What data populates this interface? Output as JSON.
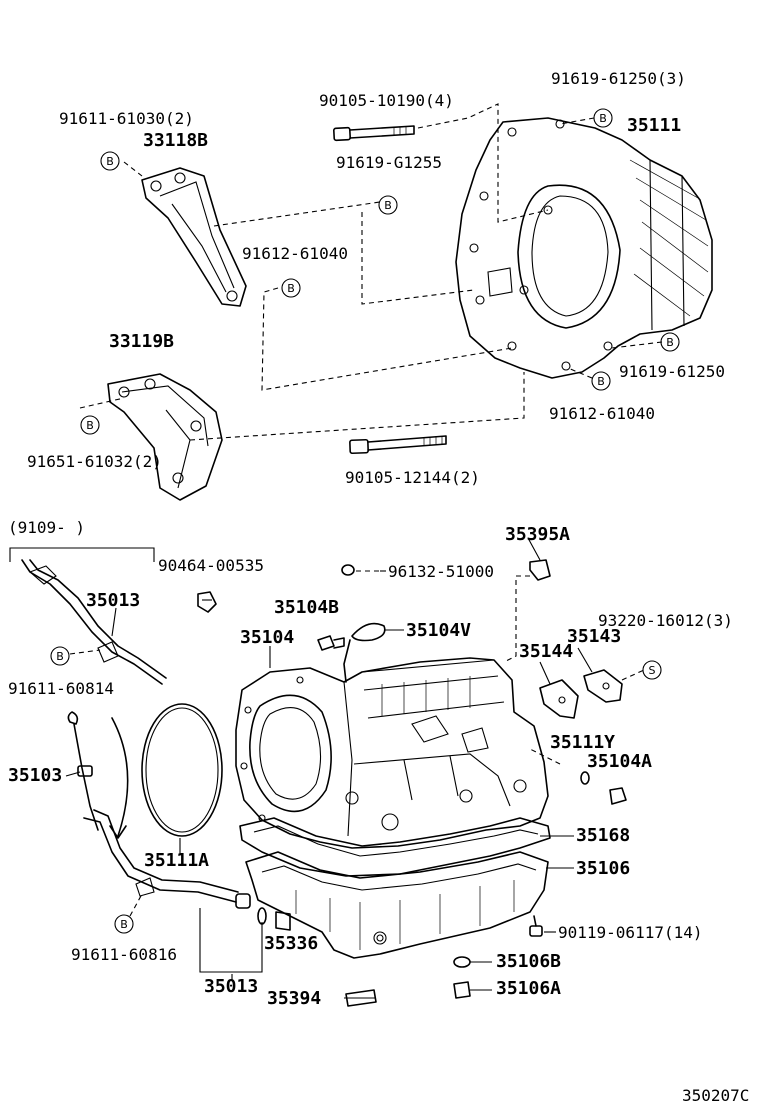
{
  "diagram_id": "350207C",
  "upper_group": {
    "bracket_rear": {
      "part": "33118B",
      "bolt": "91611-61030",
      "bolt_qty": "(2)",
      "callout": "B"
    },
    "bracket_front": {
      "part": "33119B",
      "bolt": "91651-61032",
      "bolt_qty": "(2)",
      "callout": "B"
    },
    "housing": {
      "part": "35111"
    },
    "bolt_long_top": {
      "part": "90105-10190",
      "qty": "(4)"
    },
    "bolt_long_bottom": {
      "part": "90105-12144",
      "qty": "(2)"
    },
    "bolt_housing_top": {
      "part": "91619-61250",
      "qty": "(3)",
      "callout": "B"
    },
    "bolt_housing_mid": {
      "part": "91619-G1255",
      "callout": "B"
    },
    "bolt_housing_low": {
      "part": "91619-61250",
      "callout": "B"
    },
    "bolt_bracket_a": {
      "part": "91612-61040",
      "callout": "B"
    },
    "bolt_bracket_b": {
      "part": "91612-61040",
      "callout": "B"
    }
  },
  "lower_group": {
    "date_range": "(9109-        )",
    "filler_tube_upper": {
      "part": "35013",
      "bolt": "91611-60814",
      "callout": "B"
    },
    "clip": {
      "part": "90464-00535"
    },
    "breather_plug": {
      "part": "96132-51000"
    },
    "sensor": {
      "part": "35395A"
    },
    "transmission": {
      "part": "35104"
    },
    "plug_b": {
      "part": "35104B"
    },
    "plug_v": {
      "part": "35104V"
    },
    "plate_a": {
      "part": "35144"
    },
    "plate_b": {
      "part": "35143",
      "bolt": "93220-16012",
      "bolt_qty": "(3)",
      "callout": "S"
    },
    "o_ring_small": {
      "part": "35111Y"
    },
    "plug_a": {
      "part": "35104A"
    },
    "dipstick": {
      "part": "35103"
    },
    "o_ring_large": {
      "part": "35111A"
    },
    "gasket": {
      "part": "35168"
    },
    "oil_pan": {
      "part": "35106"
    },
    "filler_tube_lower": {
      "part": "35013",
      "bolt": "91611-60816",
      "callout": "B"
    },
    "o_ring_tube": {
      "part": "35336"
    },
    "pan_bolt": {
      "part": "90119-06117",
      "qty": "(14)"
    },
    "drain_gasket": {
      "part": "35106B"
    },
    "drain_plug": {
      "part": "35106A"
    },
    "magnet": {
      "part": "35394"
    }
  }
}
